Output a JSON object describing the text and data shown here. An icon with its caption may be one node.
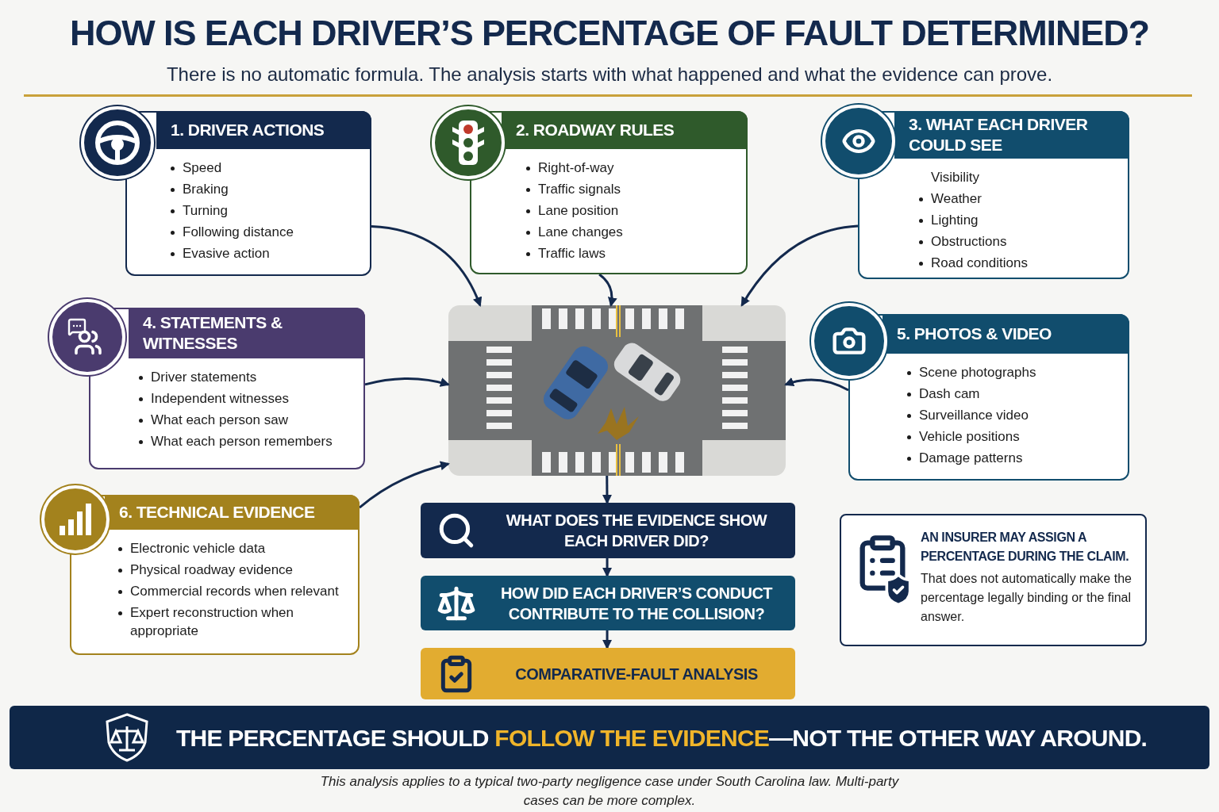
{
  "diagram": {
    "title": "HOW IS EACH DRIVER’S PERCENTAGE OF FAULT DETERMINED?",
    "caption": "This analysis applies to a typical two-party negligence case under South Carolina law. Multi-party cases can be more complex.",
    "nodes": [
      {
        "text": [
          "1. DRIVER ACTIONS",
          "Speed",
          "Braking",
          "Turning",
          "Following distance",
          "Evasive action"
        ]
      },
      {
        "text": [
          "2. ROADWAY RULES",
          "Right-of-way",
          "Traffic signals",
          "Lane position",
          "Lane changes",
          "Traffic laws"
        ]
      },
      {
        "text": [
          "3. WHAT EACH DRIVER COULD SEE",
          "Visibility",
          "Weather",
          "Lighting",
          "Obstructions",
          "Road conditions"
        ]
      },
      {
        "text": [
          "4. STATEMENTS & WITNESSES",
          "Driver statements",
          "Independent witnesses",
          "What each person saw",
          "What each person remembers"
        ]
      },
      {
        "text": [
          "5. PHOTOS & VIDEO",
          "Scene photographs",
          "Dash cam",
          "Surveillance video",
          "Vehicle positions",
          "Damage patterns"
        ]
      },
      {
        "text": [
          "6. TECHNICAL EVIDENCE",
          "Electronic vehicle data",
          "Physical roadway evidence",
          "Commercial records when relevant",
          "Expert reconstruction when appropriate"
        ]
      },
      {
        "text": [],
        "shape": "picture"
      },
      {
        "text": [
          "WHAT DOES THE EVIDENCE SHOW EACH DRIVER DID?"
        ]
      },
      {
        "text": [
          "HOW DID EACH DRIVER’S CONDUCT CONTRIBUTE TO THE COLLISION?"
        ]
      },
      {
        "text": [
          "COMPARATIVE-FAULT ANALYSIS"
        ]
      },
      {
        "text": [
          "AN INSURER MAY ASSIGN A PERCENTAGE DURING THE CLAIM.",
          "That does not automatically make the percentage legally binding or the final answer."
        ]
      },
      {
        "text": [
          "THE PERCENTAGE SHOULD **FOLLOW THE EVIDENCE**—NOT THE OTHER WAY AROUND."
        ]
      }
    ],
    "edges": [
      {
        "from": 0,
        "to": 6,
        "arrow": "to"
      },
      {
        "from": 1,
        "to": 6,
        "arrow": "to"
      },
      {
        "from": 2,
        "to": 6,
        "arrow": "to"
      },
      {
        "from": 3,
        "to": 6,
        "arrow": "to"
      },
      {
        "from": 4,
        "to": 6,
        "arrow": "to"
      },
      {
        "from": 5,
        "to": 6,
        "arrow": "to"
      },
      {
        "from": 6,
        "to": 7,
        "arrow": "to"
      },
      {
        "from": 7,
        "to": 8,
        "arrow": "to"
      },
      {
        "from": 8,
        "to": 9,
        "arrow": "to"
      }
    ],
    "labels": [
      "There is no automatic formula. The analysis starts with what happened and what the evidence can prove."
    ]
  }
}
